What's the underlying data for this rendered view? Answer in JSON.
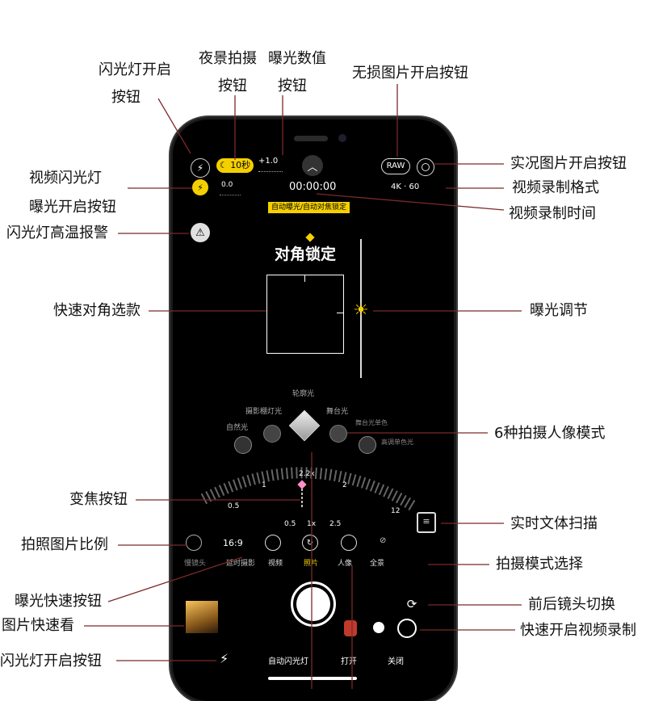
{
  "labels": {
    "flash_open_1": "闪光灯开启",
    "flash_open_2": "按钮",
    "night_1": "夜景拍摄",
    "night_2": "按钮",
    "exposure_val_1": "曝光数值",
    "exposure_val_2": "按钮",
    "raw_button": "无损图片开启按钮",
    "live_photo": "实况图片开启按钮",
    "video_flash_1": "视频闪光灯",
    "video_flash_2": "曝光开启按钮",
    "video_format": "视频录制格式",
    "video_time": "视频录制时间",
    "flash_heat": "闪光灯高温报警",
    "quick_diagonal": "快速对角选款",
    "exposure_adjust": "曝光调节",
    "portrait_modes": "6种拍摄人像模式",
    "zoom_button": "变焦按钮",
    "text_scan": "实时文体扫描",
    "aspect_ratio": "拍照图片比例",
    "mode_select": "拍摄模式选择",
    "quick_exposure": "曝光快速按钮",
    "lens_switch": "前后镜头切换",
    "quick_view": "图片快速看",
    "quick_video": "快速开启视频录制",
    "flash_on_button": "闪光灯开启按钮"
  },
  "screen": {
    "night_mode": "10秒",
    "exposure_value": "+1.0",
    "video_exposure_value": "0.0",
    "raw": "RAW",
    "rec_time": "00:00:00",
    "video_format": "4K · 60",
    "lock_tag": "自动曝光/自动对焦锁定",
    "lock_title": "对角锁定",
    "portrait_top": "轮廓光",
    "portrait_left": "摄影棚灯光",
    "portrait_right": "舞台光",
    "portrait_far_left": "自然光",
    "portrait_far_right": "舞台光单色",
    "portrait_far_right2": "高调单色光",
    "zoom_current": "2.2x",
    "zoom_ticks": [
      "0.5",
      "1",
      "2",
      "12"
    ],
    "zoom_presets": [
      "0.5",
      "1x",
      "2.5"
    ],
    "ratio": "16:9",
    "modes": [
      "慢镜头",
      "延时摄影",
      "视频",
      "照片",
      "人像",
      "全景"
    ],
    "bottom_flash_auto": "自动闪光灯",
    "bottom_on": "打开",
    "bottom_off": "关闭"
  },
  "colors": {
    "accent_yellow": "#f5d000",
    "leader_line": "#7a2a2a",
    "zoom_pink": "#ff8fc8"
  }
}
